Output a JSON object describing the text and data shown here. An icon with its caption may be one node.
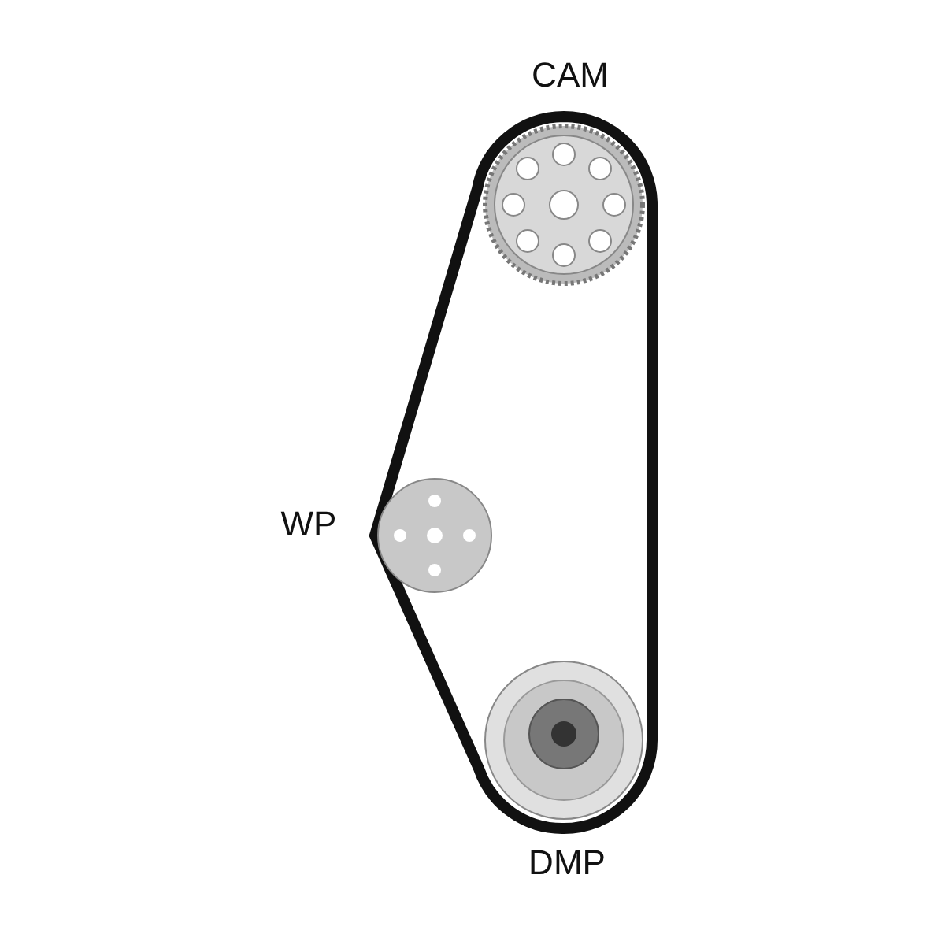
{
  "diagram": {
    "labels": [
      "CAM",
      "WP",
      "DMP"
    ]
  }
}
